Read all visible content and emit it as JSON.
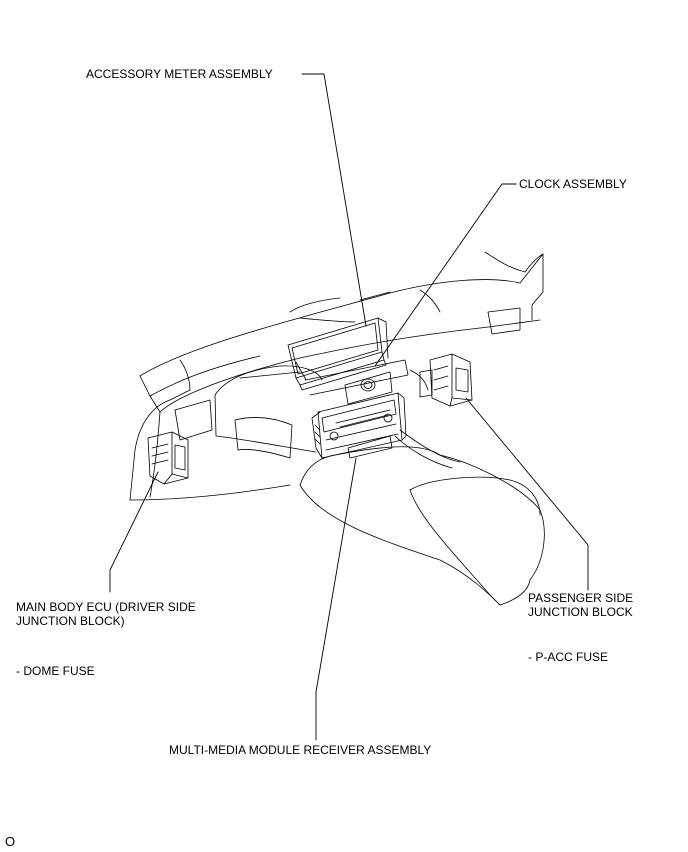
{
  "labels": {
    "accessory_meter": "ACCESSORY METER ASSEMBLY",
    "clock": "CLOCK ASSEMBLY",
    "main_body_ecu_line1": "MAIN BODY ECU (DRIVER SIDE",
    "main_body_ecu_line2": "JUNCTION BLOCK)",
    "dome_fuse": "- DOME FUSE",
    "passenger_side_line1": "PASSENGER SIDE",
    "passenger_side_line2": "JUNCTION BLOCK",
    "p_acc_fuse": "- P-ACC FUSE",
    "multimedia_receiver": "MULTI-MEDIA MODULE RECEIVER ASSEMBLY"
  },
  "figure_code": "O",
  "colors": {
    "line": "#000000",
    "background": "#ffffff"
  }
}
